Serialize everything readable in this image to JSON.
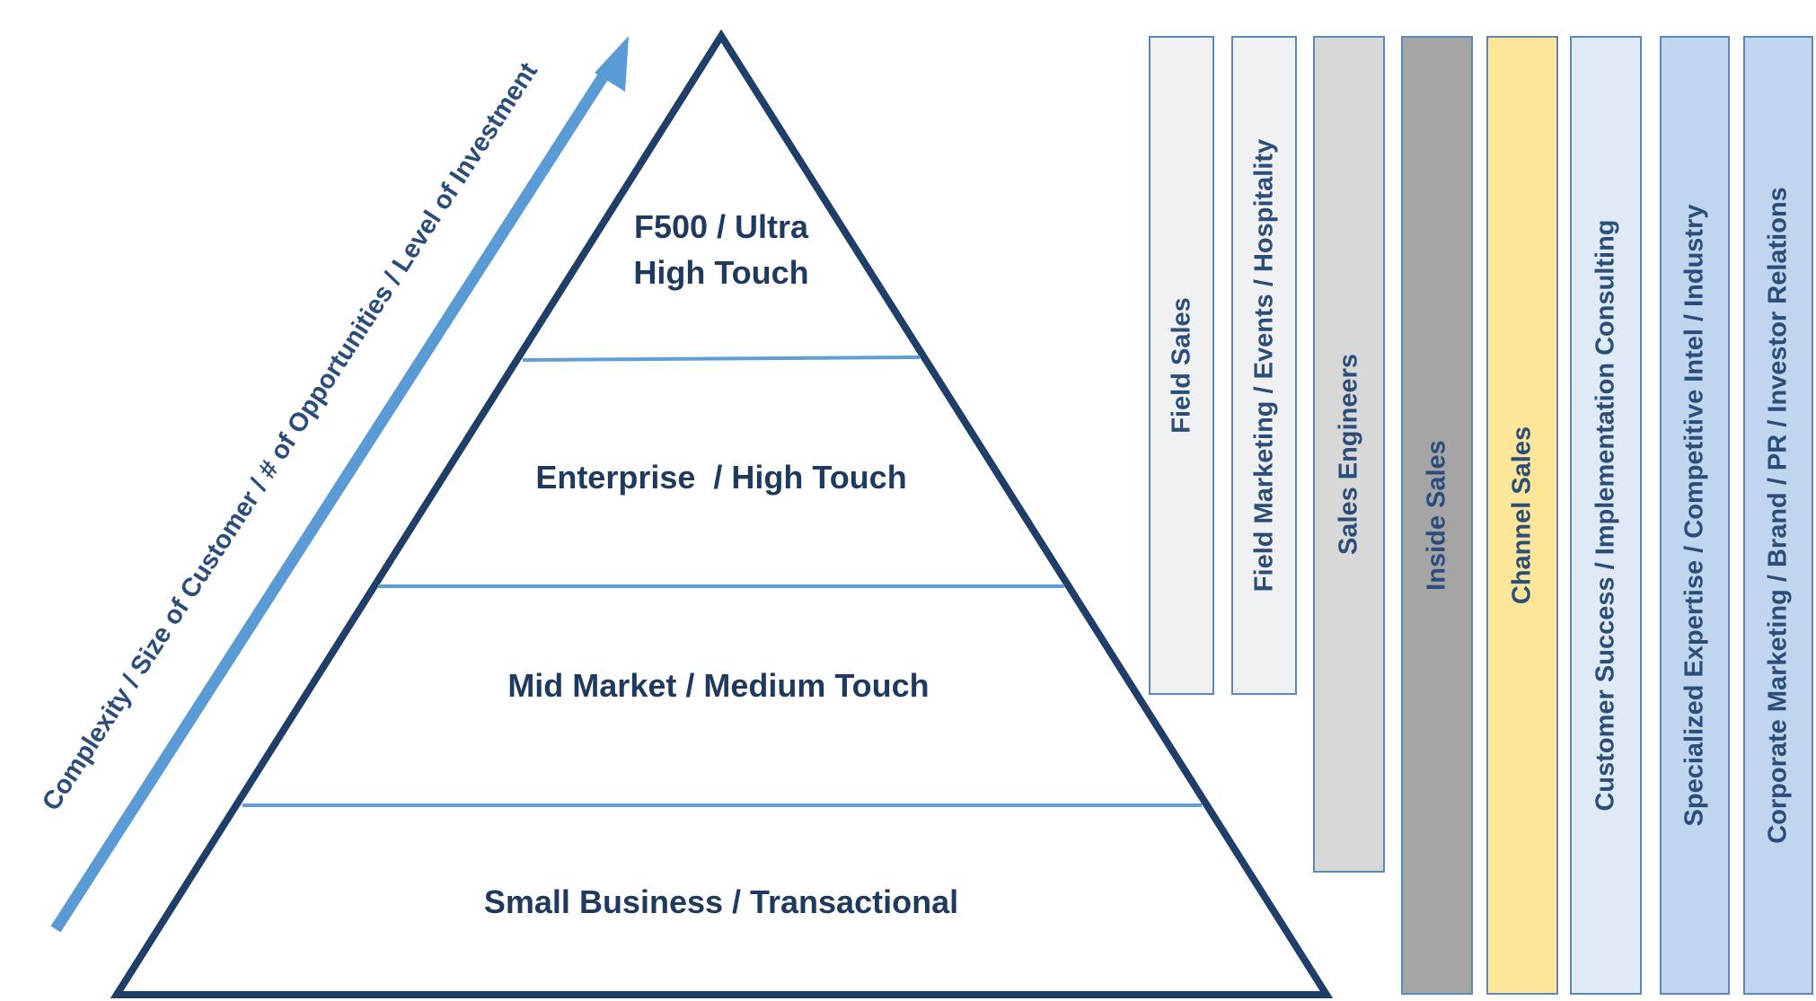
{
  "arrow_label": "Complexity / Size of Customer / # of Opportunities / Level of Investment",
  "pyramid": {
    "tiers": [
      {
        "lines": [
          "F500 / Ultra",
          "High Touch"
        ]
      },
      {
        "lines": [
          "Enterprise  / High Touch"
        ]
      },
      {
        "lines": [
          "Mid Market / Medium Touch"
        ]
      },
      {
        "lines": [
          "Small Business / Transactional"
        ]
      }
    ]
  },
  "functions": [
    {
      "label": "Field Sales",
      "fill": "#f0f1f3",
      "extent": "short"
    },
    {
      "label": "Field Marketing / Events / Hospitality",
      "fill": "#f0f1f3",
      "extent": "short"
    },
    {
      "label": "Sales Engineers",
      "fill": "#d8d8d8",
      "extent": "medium"
    },
    {
      "label": "Inside Sales",
      "fill": "#a5a5a5",
      "extent": "full"
    },
    {
      "label": "Channel Sales",
      "fill": "#fde699",
      "extent": "full"
    },
    {
      "label": "Customer Success / Implementation Consulting",
      "fill": "#dfeaf6",
      "extent": "full"
    },
    {
      "label": "Specialized Expertise / Competitive Intel / Industry",
      "fill": "#bfd6ee",
      "extent": "full"
    },
    {
      "label": "Corporate Marketing / Brand / PR / Investor Relations",
      "fill": "#bfd6ee",
      "extent": "full"
    }
  ],
  "colors": {
    "pyramid_outline": "#1f3f68",
    "divider": "#5f9fd6",
    "arrow": "#5b9bd5",
    "text": "#1f3a5f"
  }
}
